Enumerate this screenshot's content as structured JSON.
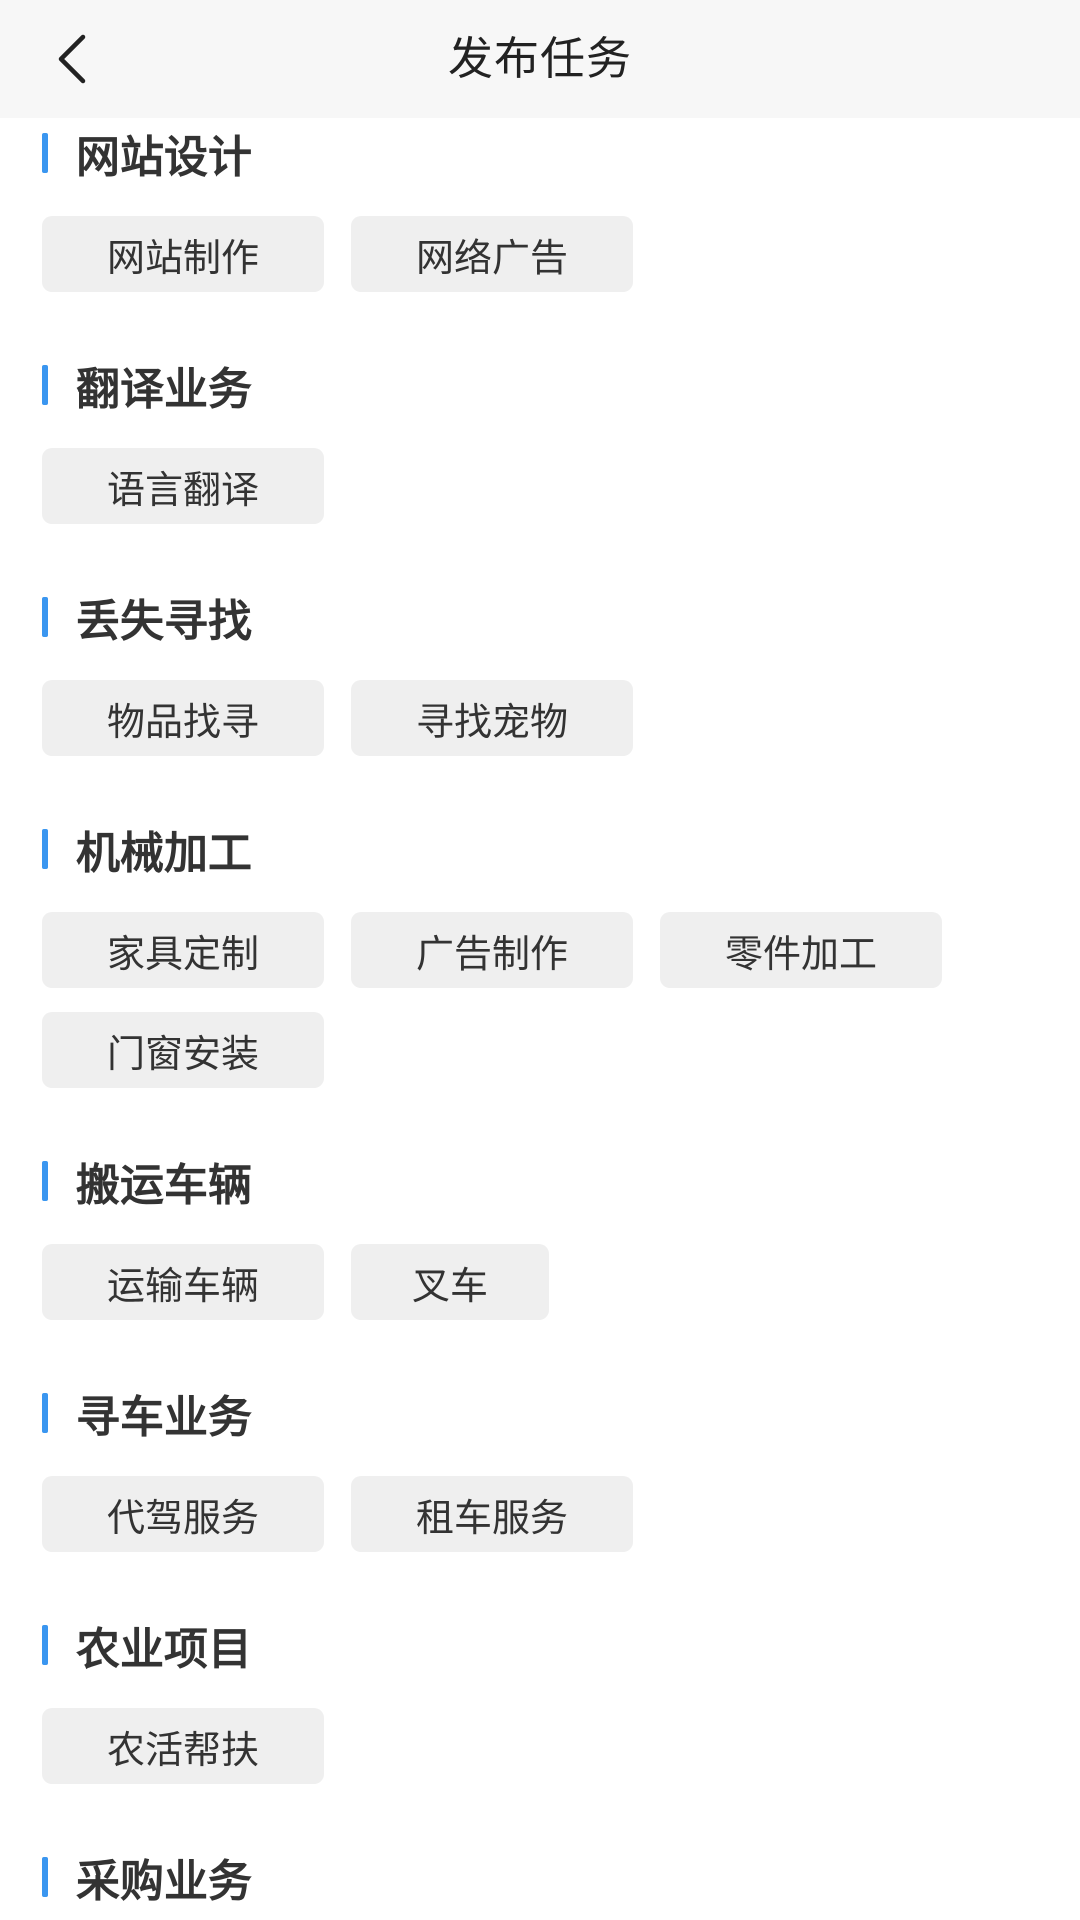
{
  "header": {
    "title": "发布任务"
  },
  "sections": [
    {
      "title": "网站设计",
      "items": [
        "网站制作",
        "网络广告"
      ]
    },
    {
      "title": "翻译业务",
      "items": [
        "语言翻译"
      ]
    },
    {
      "title": "丢失寻找",
      "items": [
        "物品找寻",
        "寻找宠物"
      ]
    },
    {
      "title": "机械加工",
      "items": [
        "家具定制",
        "广告制作",
        "零件加工",
        "门窗安装"
      ]
    },
    {
      "title": "搬运车辆",
      "items": [
        "运输车辆",
        "叉车"
      ]
    },
    {
      "title": "寻车业务",
      "items": [
        "代驾服务",
        "租车服务"
      ]
    },
    {
      "title": "农业项目",
      "items": [
        "农活帮扶"
      ]
    },
    {
      "title": "采购业务",
      "items": []
    }
  ],
  "colors": {
    "accent": "#3a96f0",
    "chip_bg": "#efefef",
    "header_bg": "#f7f7f7"
  }
}
